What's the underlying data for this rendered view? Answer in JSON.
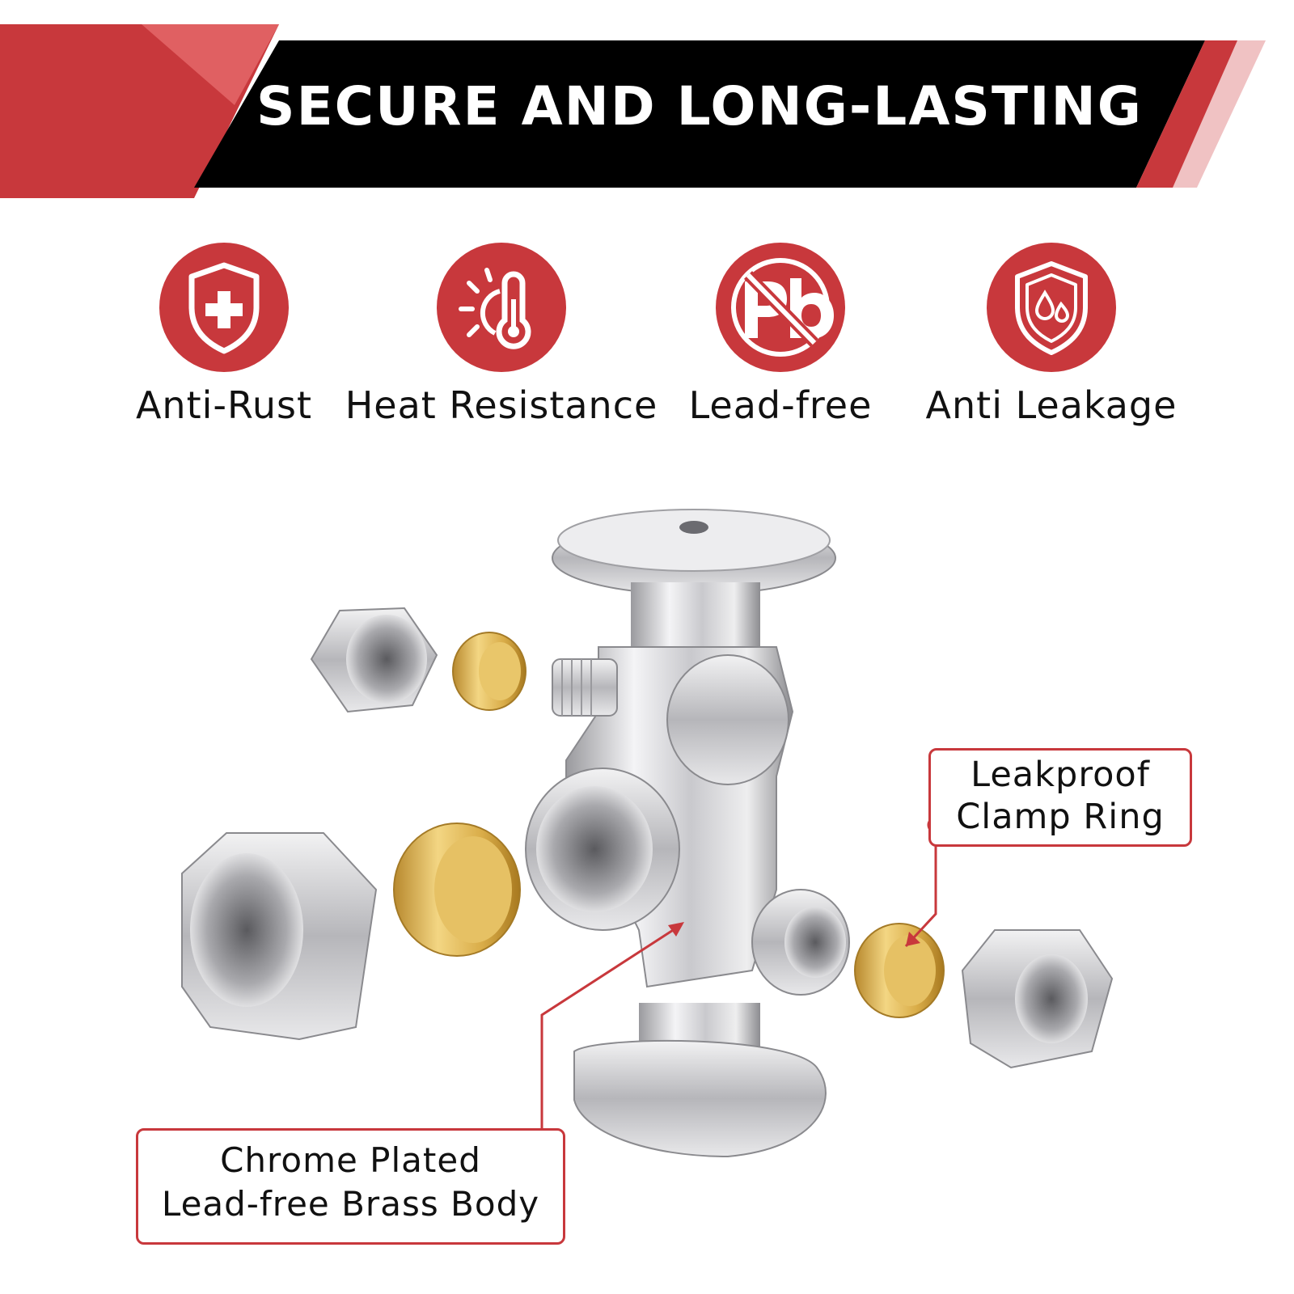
{
  "banner": {
    "title": "SECURE AND LONG-LASTING",
    "colors": {
      "red": "#c8383c",
      "light_red": "#e06062",
      "pink": "#f0c2c3",
      "black": "#000000"
    }
  },
  "features": [
    {
      "label": "Anti-Rust",
      "icon": "shield-plus-icon"
    },
    {
      "label": "Heat Resistance",
      "icon": "thermometer-sun-icon"
    },
    {
      "label": "Lead-free",
      "icon": "no-lead-pb-icon"
    },
    {
      "label": "Anti Leakage",
      "icon": "shield-water-drop-icon"
    }
  ],
  "callouts": {
    "clamp_ring": {
      "line1": "Leakproof",
      "line2": "Clamp Ring"
    },
    "body": {
      "line1": "Chrome Plated",
      "line2": "Lead-free Brass Body"
    }
  },
  "product": {
    "name": "angle-stop-valve-illustration"
  }
}
